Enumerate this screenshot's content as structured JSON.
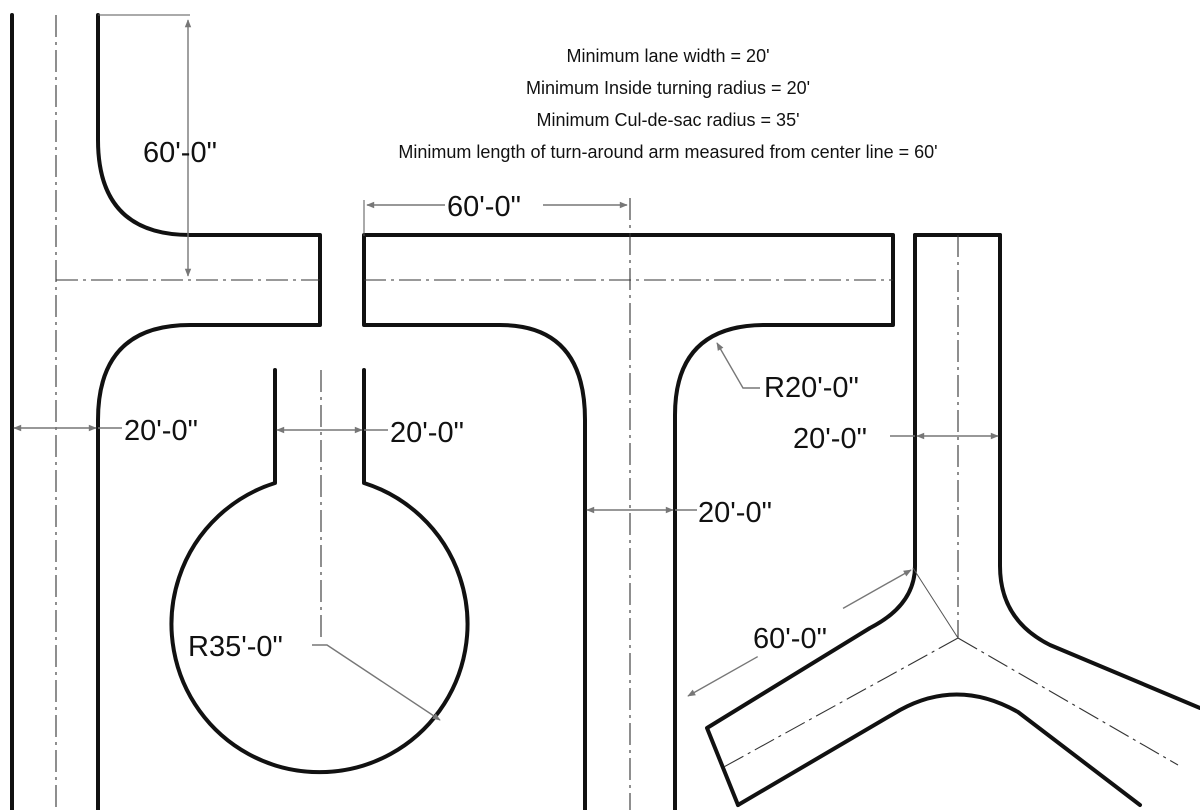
{
  "notes": [
    "Minimum lane width = 20'",
    "Minimum Inside turning radius = 20'",
    "Minimum Cul-de-sac radius = 35'",
    "Minimum length of turn-around arm measured from center line = 60'"
  ],
  "dimensions": {
    "hammerhead_arm_length": "60'-0\"",
    "hammerhead_lane_width": "20'-0\"",
    "culdesac_stem_width": "20'-0\"",
    "culdesac_radius": "R35'-0\"",
    "tee_arm_length": "60'-0\"",
    "tee_inside_radius": "R20'-0\"",
    "tee_lane_width": "20'-0\"",
    "wye_lane_width": "20'-0\"",
    "wye_arm_length": "60'-0\""
  },
  "colors": {
    "road_outline": "#111111",
    "center_line": "#333333",
    "dimension_line": "#777777",
    "background": "#ffffff"
  }
}
